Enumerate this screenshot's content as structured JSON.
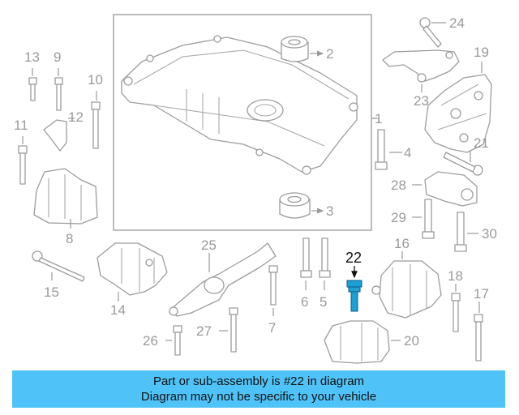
{
  "diagram": {
    "labels": {
      "p1": "1",
      "p2": "2",
      "p3": "3",
      "p4": "4",
      "p5": "5",
      "p6": "6",
      "p7": "7",
      "p8": "8",
      "p9": "9",
      "p10": "10",
      "p11": "11",
      "p12": "12",
      "p13": "13",
      "p14": "14",
      "p15": "15",
      "p16": "16",
      "p17": "17",
      "p18": "18",
      "p19": "19",
      "p20": "20",
      "p21": "21",
      "p22": "22",
      "p23": "23",
      "p24": "24",
      "p25": "25",
      "p26": "26",
      "p27": "27",
      "p28": "28",
      "p29": "29",
      "p30": "30"
    },
    "highlight_color": "#1e9fd6"
  },
  "banner": {
    "line1": "Part or sub-assembly is #22 in diagram",
    "line2": "Diagram may not be specific to your vehicle",
    "color": "#4fc3f7"
  }
}
